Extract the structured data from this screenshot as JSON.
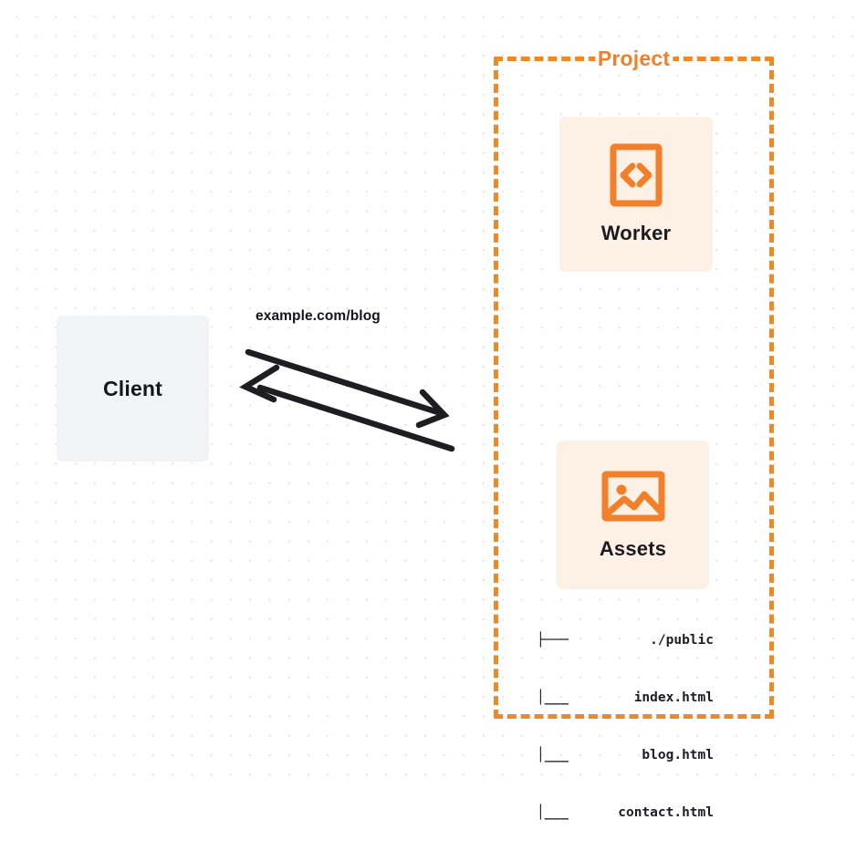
{
  "diagram": {
    "type": "architecture-flow",
    "background": "dotted-grid",
    "colors": {
      "accent_orange": "#f2802a",
      "card_fill": "#fdf1e5",
      "client_fill": "#f2f3f5",
      "text_dark": "#16161a",
      "dot_grid": "#e8e8e8"
    },
    "client": {
      "label": "Client"
    },
    "edge": {
      "label": "example.com/blog",
      "direction": "bidirectional"
    },
    "project": {
      "title": "Project",
      "nodes": [
        {
          "id": "worker",
          "label": "Worker",
          "icon": "code-document-icon"
        },
        {
          "id": "assets",
          "label": "Assets",
          "icon": "image-picture-icon"
        }
      ],
      "file_tree": [
        {
          "branch": "├───",
          "name": "./public"
        },
        {
          "branch": "│___",
          "name": "index.html"
        },
        {
          "branch": "│___",
          "name": "blog.html"
        },
        {
          "branch": "│___",
          "name": "contact.html"
        }
      ]
    }
  }
}
